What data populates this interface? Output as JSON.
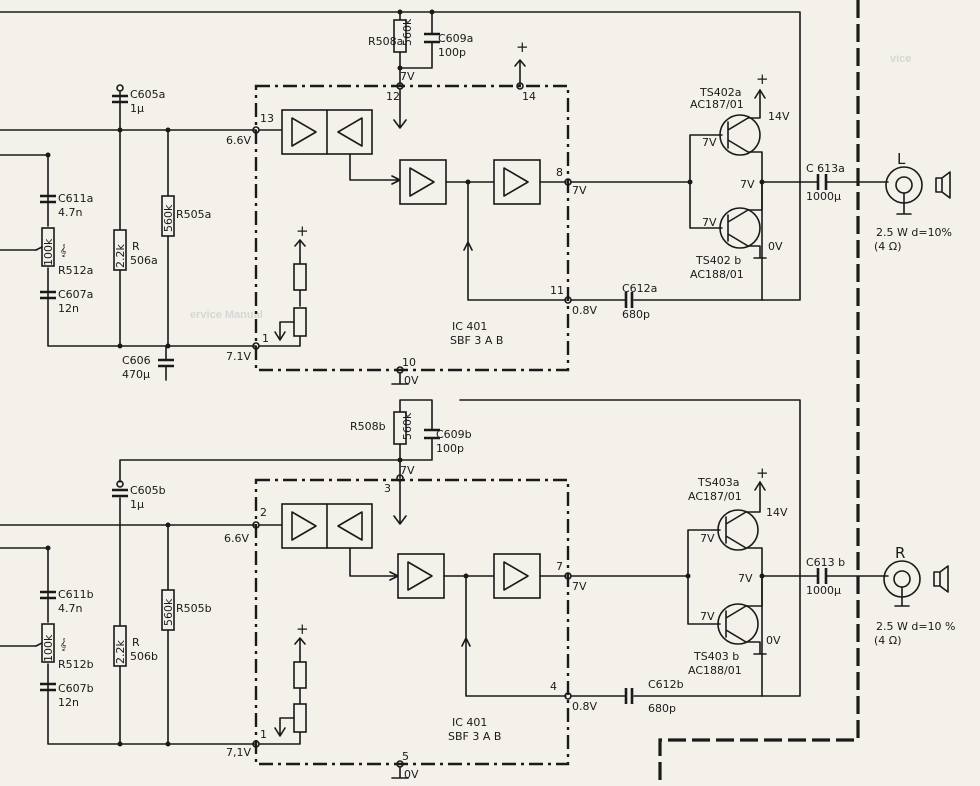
{
  "watermark": {
    "big": "ervice Manual",
    "top_right": "vice"
  },
  "top": {
    "r508": "R508a",
    "r508_val": "560k",
    "c609": "C609a",
    "c609_val": "100p",
    "c605": "C605a",
    "c605_val": "1µ",
    "pin12": "12",
    "pin14": "14",
    "pin13": "13",
    "pin8": "8",
    "pin11": "11",
    "pin1": "1",
    "pin10": "10",
    "v_7v_top": "7V",
    "v_66": "6.6V",
    "v_7v_out": "7V",
    "v_08": "0.8V",
    "v_71": "7.1V",
    "v_0v": "0V",
    "c611": "C611a",
    "c611_val": "4.7n",
    "r512_val": "100k",
    "r512": "R512a",
    "c607": "C607a",
    "c607_val": "12n",
    "r506_val": "2.2k",
    "r506": "R",
    "r506b": "506a",
    "r505_val": "560k",
    "r505": "R505a",
    "c606": "C606",
    "c606_val": "470µ",
    "c612": "C612a",
    "c612_val": "680p",
    "ic": "IC 401",
    "ic_type": "SBF 3 A B",
    "ts_top": "TS402a",
    "ts_top_type": "AC187/01",
    "ts_bot": "TS402 b",
    "ts_bot_type": "AC188/01",
    "v14": "14V",
    "v_ts1": "7V",
    "v_ts2": "7V",
    "v_ts3": "7V",
    "v_tsb0": "0V",
    "c613": "C 613a",
    "c613_val": "1000µ",
    "spk": "L",
    "spk_spec": "2.5  W  d=10%",
    "spk_ohm": "(4 Ω)"
  },
  "bottom": {
    "r508": "R508b",
    "r508_val": "560k",
    "c609": "C609b",
    "c609_val": "100p",
    "c605": "C605b",
    "c605_val": "1µ",
    "pin3": "3",
    "pin2": "2",
    "pin7": "7",
    "pin4": "4",
    "pin1": "1",
    "pin5": "5",
    "v_7v_top": "7V",
    "v_66": "6.6V",
    "v_7v_out": "7V",
    "v_08": "0.8V",
    "v_71": "7,1V",
    "v_0v": "0V",
    "c611": "C611b",
    "c611_val": "4.7n",
    "r512_val": "100k",
    "r512": "R512b",
    "c607": "C607b",
    "c607_val": "12n",
    "r506_val": "2.2k",
    "r506": "R",
    "r506b": "506b",
    "r505_val": "560k",
    "r505": "R505b",
    "c612": "C612b",
    "c612_val": "680p",
    "ic": "IC 401",
    "ic_type": "SBF 3 A B",
    "ts_top": "TS403a",
    "ts_top_type": "AC187/01",
    "ts_bot": "TS403 b",
    "ts_bot_type": "AC188/01",
    "v14": "14V",
    "v_ts1": "7V",
    "v_ts2": "7V",
    "v_ts3": "7V",
    "v_tsb0": "0V",
    "c613": "C613 b",
    "c613_val": "1000µ",
    "spk": "R",
    "spk_spec": "2.5  W  d=10 %",
    "spk_ohm": "(4 Ω)"
  },
  "supply_plus": "+"
}
